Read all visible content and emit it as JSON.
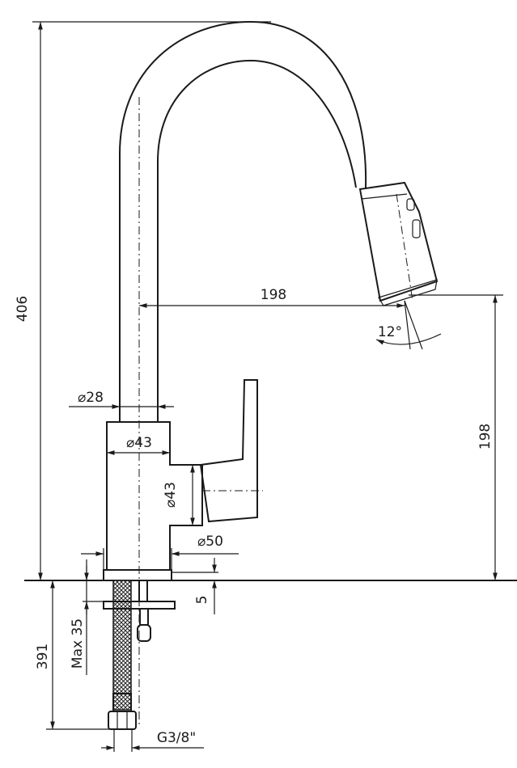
{
  "drawing": {
    "title": "Pull-out kitchen faucet technical drawing",
    "dimensions": {
      "total_height": "406",
      "spout_reach": "198",
      "spray_angle": "12°",
      "spout_diameter": "⌀28",
      "body_diameter": "⌀43",
      "lever_housing_diameter": "⌀43",
      "base_diameter": "⌀50",
      "outlet_height": "198",
      "base_thickness": "5",
      "max_counter_thickness": "Max 35",
      "hose_length": "391",
      "connection_thread": "G3/8\""
    }
  }
}
